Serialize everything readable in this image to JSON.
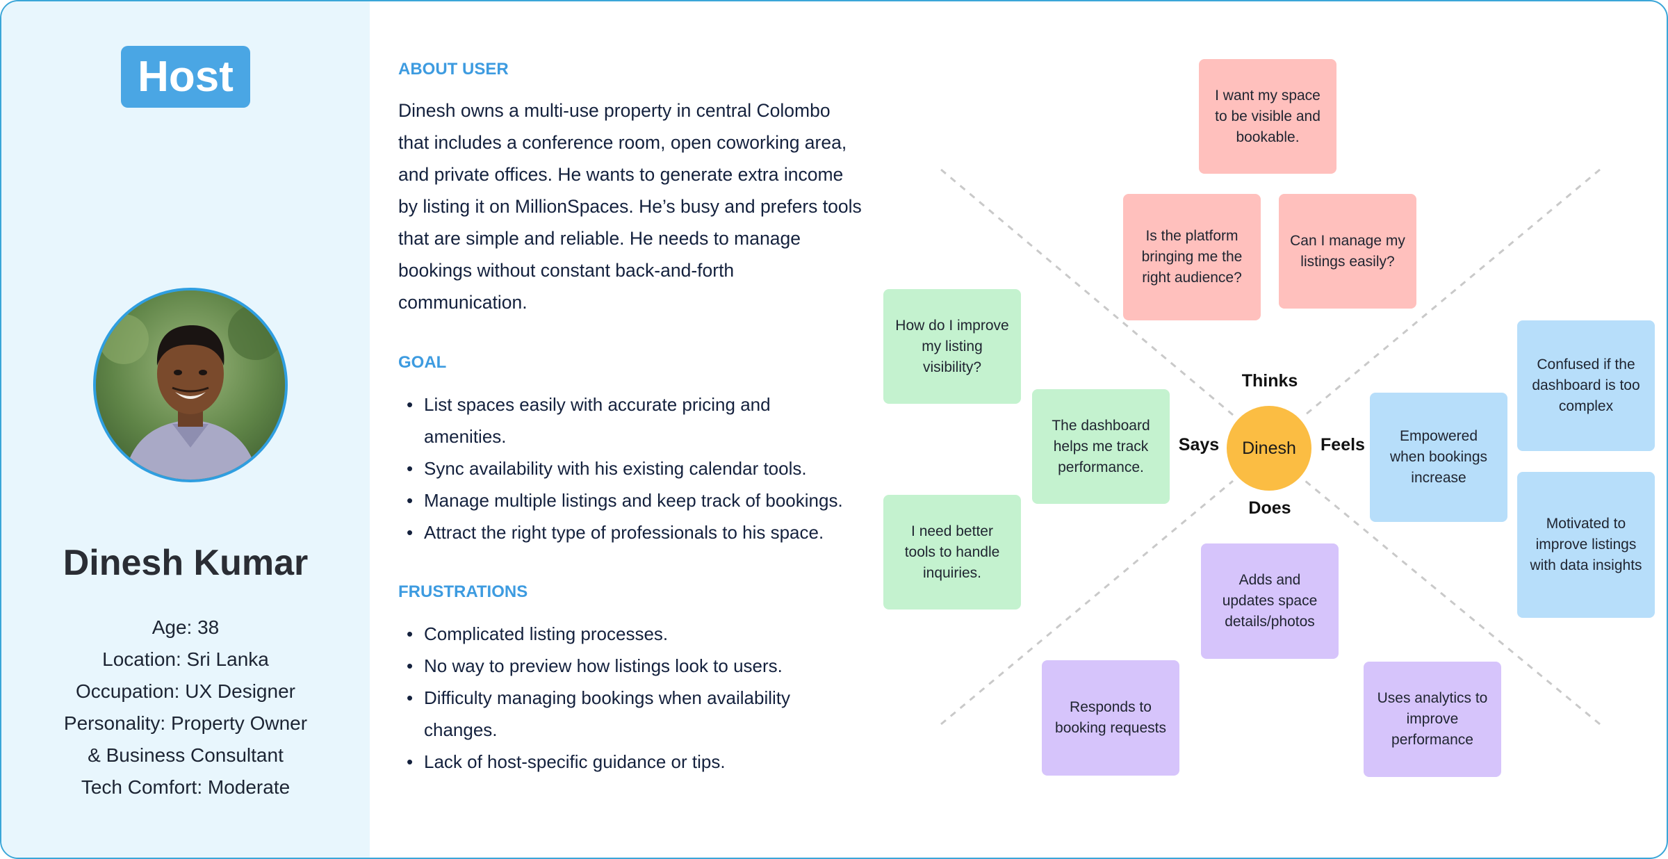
{
  "role": "Host",
  "persona": {
    "name": "Dinesh Kumar",
    "age": "Age: 38",
    "location": "Location: Sri Lanka",
    "occupation": "Occupation: UX Designer",
    "personality_1": "Personality: Property Owner",
    "personality_2": "& Business Consultant",
    "tech_comfort": "Tech Comfort: Moderate"
  },
  "about": {
    "heading": "ABOUT USER",
    "lines": [
      "Dinesh owns a multi-use property in central Colombo",
      "that includes a conference room, open coworking area,",
      "and private offices. He wants to generate extra income",
      "by listing it on MillionSpaces. He’s busy and prefers tools",
      "that are simple and reliable. He needs to manage",
      "bookings without constant back-and-forth",
      "communication."
    ]
  },
  "goal": {
    "heading": "GOAL",
    "items": [
      "List spaces easily with accurate pricing and amenities.",
      "Sync availability with his existing calendar tools.",
      "Manage multiple listings and keep track of bookings.",
      "Attract the right type of professionals to his space."
    ]
  },
  "frustrations": {
    "heading": "FRUSTRATIONS",
    "items": [
      "Complicated listing processes.",
      "No way to preview how listings look to users.",
      "Difficulty managing bookings when availability changes.",
      "Lack of host-specific guidance or tips."
    ]
  },
  "empathy_map": {
    "center": "Dinesh",
    "labels": {
      "thinks": "Thinks",
      "says": "Says",
      "feels": "Feels",
      "does": "Does"
    },
    "thinks": [
      "I want my space to be visible and bookable.",
      "Is the platform bringing me the right audience?",
      "Can I manage my listings easily?"
    ],
    "says": [
      "How do I improve my listing visibility?",
      "The dashboard helps me track performance.",
      "I need better tools to handle inquiries."
    ],
    "feels": [
      "Confused if the dashboard is too complex",
      "Empowered when bookings increase",
      "Motivated to improve listings with data insights"
    ],
    "does": [
      "Adds and updates space details/photos",
      "Responds to booking requests",
      "Uses analytics to improve performance"
    ]
  },
  "colors": {
    "accent": "#3d9be0",
    "left_panel": "#e8f6fd",
    "thinks": "#ffc0bd",
    "says": "#c4f2cf",
    "feels": "#b7defa",
    "does": "#d6c4fb",
    "center": "#fbbd43"
  }
}
